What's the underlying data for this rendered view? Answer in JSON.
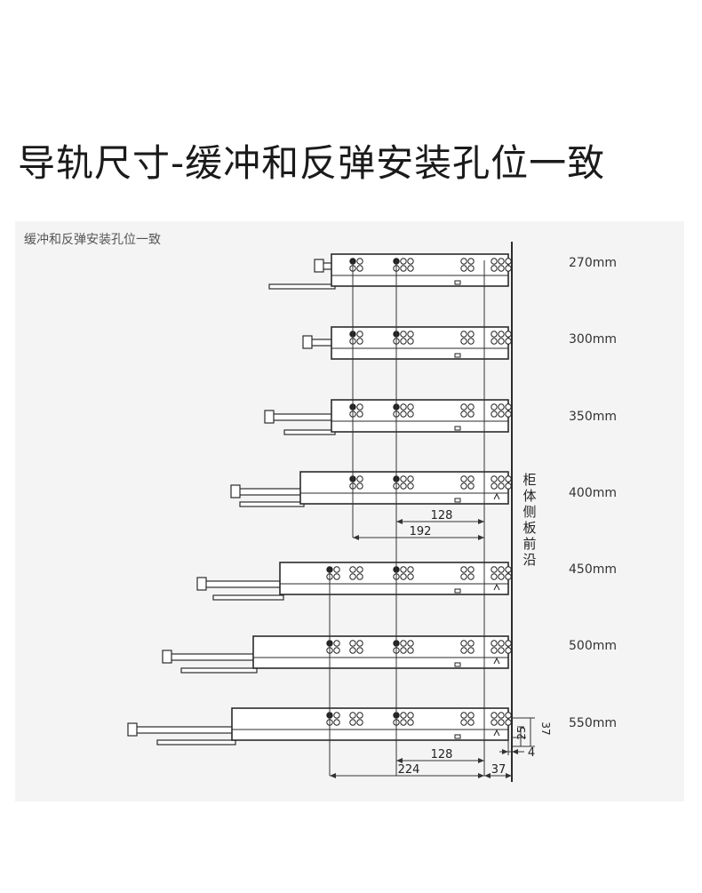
{
  "page": {
    "title": "导轨尺寸-缓冲和反弹安装孔位一致",
    "panel_caption": "缓冲和反弹安装孔位一致"
  },
  "rails": [
    {
      "label": "270mm"
    },
    {
      "label": "300mm"
    },
    {
      "label": "350mm"
    },
    {
      "label": "400mm"
    },
    {
      "label": "450mm"
    },
    {
      "label": "500mm"
    },
    {
      "label": "550mm"
    }
  ],
  "cabinet_edge_label": "柜体侧板前沿",
  "dimensions": {
    "d128_upper": "128",
    "d192": "192",
    "d128_lower": "128",
    "d224": "224",
    "d37_bottom": "37",
    "d4": "4",
    "d25": "25",
    "d37_side": "37"
  },
  "colors": {
    "line": "#2b2b2b",
    "rail_fill": "#ffffff",
    "hole_dark": "#222222",
    "panel_bg": "#f4f4f4"
  }
}
